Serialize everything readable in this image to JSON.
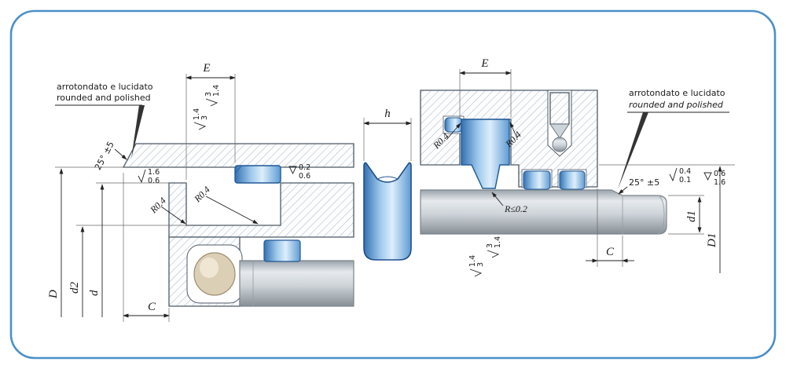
{
  "drawing": {
    "left": {
      "ann1": "arrotondato  e lucidato",
      "ann2": "rounded and polished",
      "angle": "25° ±5",
      "dim_E": "E",
      "dim_D": "D",
      "dim_d2": "d2",
      "dim_d": "d",
      "dim_C": "C",
      "r1": "R0.4",
      "r2": "R0.4",
      "fin_top_a": "1.6",
      "fin_top_b": "0.6",
      "fin_groove_a": "0.2",
      "fin_groove_b": "0.6",
      "fin_wall1_a": "1.4",
      "fin_wall1_b": "3",
      "fin_wall2_a": "3",
      "fin_wall2_b": "1.4"
    },
    "middle": {
      "dim_h": "h"
    },
    "right": {
      "ann1": "arrotondato e lucidato",
      "ann2": "rounded and polished",
      "angle": "25° ±5",
      "dim_E": "E",
      "dim_C": "C",
      "dim_d1": "d1",
      "dim_D1": "D1",
      "r1": "R0.4",
      "r2": "R0.4",
      "r3": "R≤0.2",
      "fin_chamfer_a": "0.4",
      "fin_chamfer_b": "0.1",
      "fin_bore_a": "0.6",
      "fin_bore_b": "1.6",
      "fin_wall1_a": "1.4",
      "fin_wall1_b": "3",
      "fin_wall2_a": "3",
      "fin_wall2_b": "1.4"
    },
    "colors": {
      "border_blue": "#4a90c8",
      "seal_blue": "#3a78ba",
      "hatch_line": "#a9bccd",
      "metal_gray": "#c6ccd2",
      "guide_beige": "#dbcfb6"
    }
  }
}
